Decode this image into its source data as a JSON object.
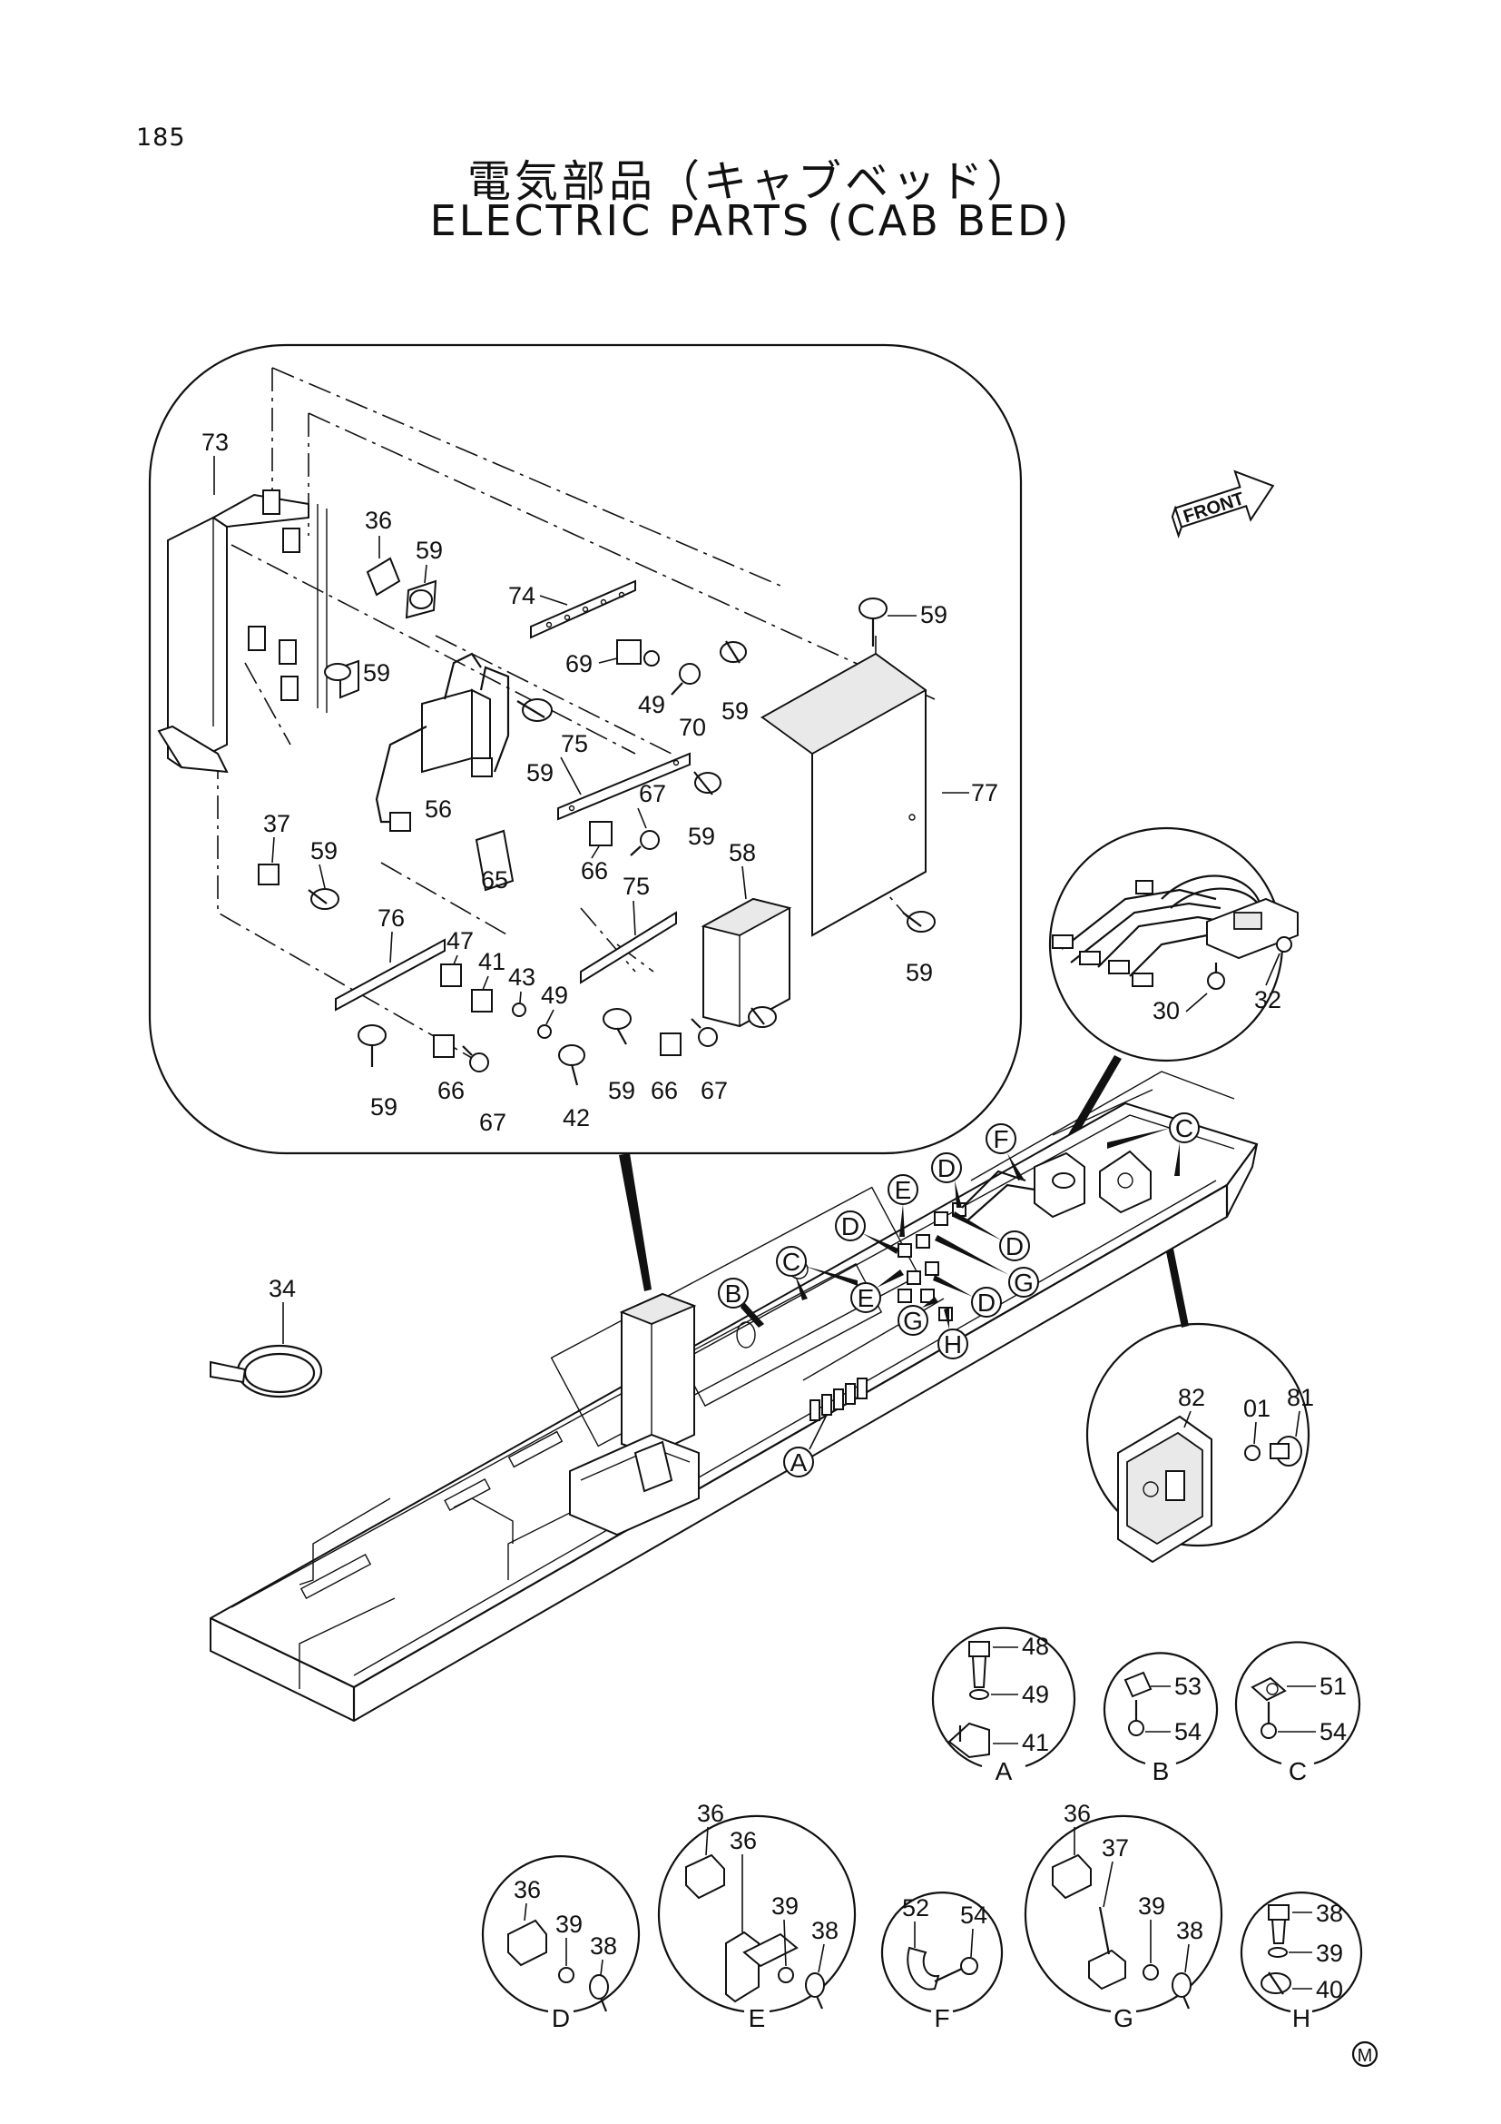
{
  "header": {
    "page_number": "185",
    "title_ja": "電気部品（キャブベッド）",
    "title_en": "ELECTRIC PARTS (CAB BED)"
  },
  "orientation_badge": "FRONT",
  "corner_mark": "M",
  "main_detail": {
    "callouts": [
      {
        "id": "73",
        "text": "73"
      },
      {
        "id": "36",
        "text": "36"
      },
      {
        "id": "59a",
        "text": "59"
      },
      {
        "id": "74",
        "text": "74"
      },
      {
        "id": "59b",
        "text": "59"
      },
      {
        "id": "69",
        "text": "69"
      },
      {
        "id": "49a",
        "text": "49"
      },
      {
        "id": "70",
        "text": "70"
      },
      {
        "id": "59c",
        "text": "59"
      },
      {
        "id": "59d",
        "text": "59"
      },
      {
        "id": "59e",
        "text": "59"
      },
      {
        "id": "56",
        "text": "56"
      },
      {
        "id": "75a",
        "text": "75"
      },
      {
        "id": "67a",
        "text": "67"
      },
      {
        "id": "59f",
        "text": "59"
      },
      {
        "id": "77",
        "text": "77"
      },
      {
        "id": "37",
        "text": "37"
      },
      {
        "id": "59g",
        "text": "59"
      },
      {
        "id": "65",
        "text": "65"
      },
      {
        "id": "66a",
        "text": "66"
      },
      {
        "id": "58",
        "text": "58"
      },
      {
        "id": "75b",
        "text": "75"
      },
      {
        "id": "59h",
        "text": "59"
      },
      {
        "id": "76",
        "text": "76"
      },
      {
        "id": "47",
        "text": "47"
      },
      {
        "id": "41",
        "text": "41"
      },
      {
        "id": "43",
        "text": "43"
      },
      {
        "id": "49b",
        "text": "49"
      },
      {
        "id": "59i",
        "text": "59"
      },
      {
        "id": "66b",
        "text": "66"
      },
      {
        "id": "67b",
        "text": "67"
      },
      {
        "id": "59j",
        "text": "59"
      },
      {
        "id": "66c",
        "text": "66"
      },
      {
        "id": "67c",
        "text": "67"
      },
      {
        "id": "42",
        "text": "42"
      }
    ]
  },
  "harness_detail": {
    "callouts": [
      {
        "id": "30",
        "text": "30"
      },
      {
        "id": "32",
        "text": "32"
      }
    ]
  },
  "switch_detail": {
    "callouts": [
      {
        "id": "82",
        "text": "82"
      },
      {
        "id": "01",
        "text": "01"
      },
      {
        "id": "81",
        "text": "81"
      }
    ]
  },
  "loose_part": {
    "id": "34",
    "text": "34"
  },
  "locator_letters": [
    "A",
    "B",
    "C",
    "C",
    "D",
    "D",
    "D",
    "D",
    "E",
    "E",
    "F",
    "G",
    "G",
    "H"
  ],
  "detail_views": [
    {
      "letter": "A",
      "callouts": [
        "48",
        "49",
        "41"
      ]
    },
    {
      "letter": "B",
      "callouts": [
        "53",
        "54"
      ]
    },
    {
      "letter": "C",
      "callouts": [
        "51",
        "54"
      ]
    },
    {
      "letter": "D",
      "callouts": [
        "36",
        "39",
        "38"
      ]
    },
    {
      "letter": "E",
      "callouts": [
        "36",
        "36",
        "39",
        "38"
      ]
    },
    {
      "letter": "F",
      "callouts": [
        "52",
        "54"
      ]
    },
    {
      "letter": "G",
      "callouts": [
        "36",
        "37",
        "39",
        "38"
      ]
    },
    {
      "letter": "H",
      "callouts": [
        "38",
        "39",
        "40"
      ]
    }
  ]
}
